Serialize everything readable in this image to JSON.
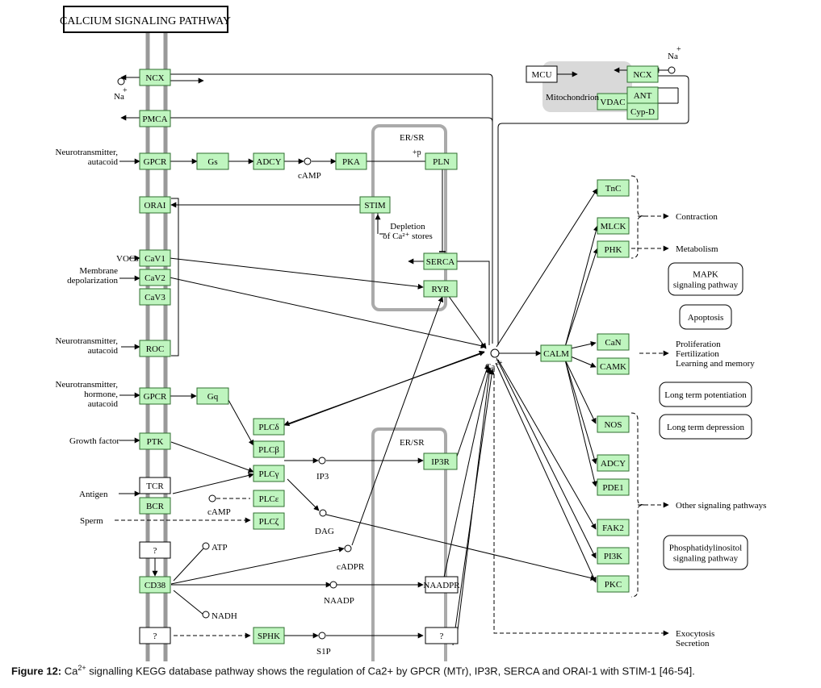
{
  "title": "CALCIUM SIGNALING PATHWAY",
  "colors": {
    "node_fill": "#bff5bf",
    "node_stroke": "#2f6e2f",
    "membrane": "#999999",
    "compartment": "#aaaaaa",
    "mito_fill": "#d9d9d9"
  },
  "nodes": {
    "ncx": "NCX",
    "pmca": "PMCA",
    "gpcr1": "GPCR",
    "gs": "Gs",
    "adcy1": "ADCY",
    "pka": "PKA",
    "fln": "PLN",
    "orai": "ORAI",
    "stim": "STIM",
    "cav1": "CaV1",
    "cav2": "CaV2",
    "cav3": "CaV3",
    "serca": "SERCA",
    "ryr": "RYR",
    "roc": "ROC",
    "gpcr2": "GPCR",
    "gq": "Gq",
    "plcd": "PLCδ",
    "plcb": "PLCβ",
    "ptk": "PTK",
    "plcg": "PLCγ",
    "tcr": "TCR",
    "bcr": "BCR",
    "plce": "PLCε",
    "plcz": "PLCζ",
    "ip3r": "IP3R",
    "q1": "?",
    "cd38": "CD38",
    "naadpr": "NAADPR",
    "q2": "?",
    "sphk": "SPHK",
    "q3": "?",
    "mcu": "MCU",
    "ncx_mito": "NCX",
    "vdac": "VDAC",
    "ant": "ANT",
    "cypd": "Cyp-D",
    "tnc": "TnC",
    "mlck": "MLCK",
    "phk": "PHK",
    "calm": "CALM",
    "can": "CaN",
    "camk": "CAMK",
    "nos": "NOS",
    "adcy2": "ADCY",
    "pde1": "PDE1",
    "fak2": "FAK2",
    "pi3k": "PI3K",
    "pkc": "PKC"
  },
  "pathways": {
    "mapk": [
      "MAPK",
      "signaling pathway"
    ],
    "apoptosis": [
      "Apoptosis"
    ],
    "ltp": [
      "Long term potentiation"
    ],
    "ltd": [
      "Long term depression"
    ],
    "phosphatidyl": [
      "Phosphatidylinositol",
      "signaling pathway"
    ]
  },
  "labels": {
    "na_left": "Na",
    "na_right": "Na",
    "plus": "+",
    "neuro1": [
      "Neurotransmitter,",
      "autacoid"
    ],
    "camp1": "cAMP",
    "camp2": "cAMP",
    "er_sr1": "ER/SR",
    "er_sr2": "ER/SR",
    "p_mark": "+p",
    "depletion": [
      "Depletion",
      "of Ca²⁺ stores"
    ],
    "vocs": "VOCs",
    "membrane_dep": [
      "Membrane",
      "depolarization"
    ],
    "neuro2": [
      "Neurotransmitter,",
      "autacoid"
    ],
    "neuro3": [
      "Neurotransmitter,",
      "hormone,",
      "autacoid"
    ],
    "growth": "Growth factor",
    "antigen": "Antigen",
    "sperm": "Sperm",
    "ip3": "IP3",
    "dag": "DAG",
    "atp": "ATP",
    "cadpr": "cADPR",
    "naadp": "NAADP",
    "nadh": "NADH",
    "s1p": "S1P",
    "mitochondrion": "Mitochondrion",
    "ca": "Ca",
    "ca_sup": "2+",
    "contraction": "Contraction",
    "metabolism": "Metabolism",
    "proliferation": [
      "Proliferation",
      "Fertilization",
      "Learning and memory"
    ],
    "other": "Other signaling pathways",
    "exocytosis": [
      "Exocytosis",
      "Secretion"
    ]
  },
  "caption": {
    "bold": "Figure 12:",
    "text_a": " Ca",
    "sup": "2+",
    "text_b": " signalling KEGG database pathway shows the regulation of Ca2+ by GPCR (MTr), IP3R, SERCA and ORAI-1 with STIM-1 [46-54]."
  }
}
